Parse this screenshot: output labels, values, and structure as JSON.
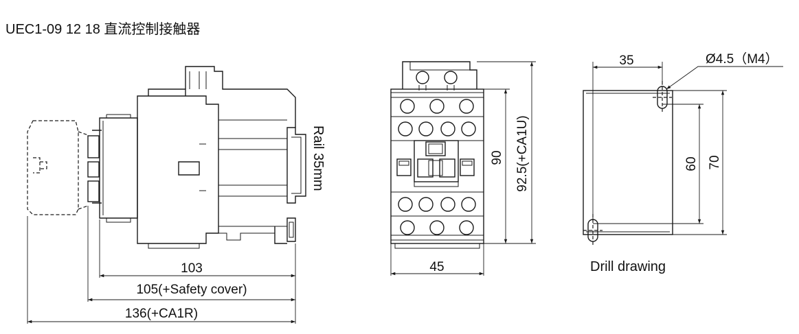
{
  "title": "UEC1-09 12 18  直流控制接触器",
  "side_view": {
    "rail_label": "Rail 35mm",
    "dim_width": "103",
    "dim_safety_cover": "105(+Safety cover)",
    "dim_ca1r": "136(+CA1R)"
  },
  "front_view": {
    "dim_width": "45",
    "dim_height": "90",
    "dim_height_ca1u": "92.5(+CA1U)"
  },
  "drill_view": {
    "dim_hole_spacing_h": "35",
    "hole_label": "Ø4.5（M4）",
    "dim_hole_spacing_v": "60",
    "dim_plate_height": "70",
    "caption": "Drill drawing"
  }
}
